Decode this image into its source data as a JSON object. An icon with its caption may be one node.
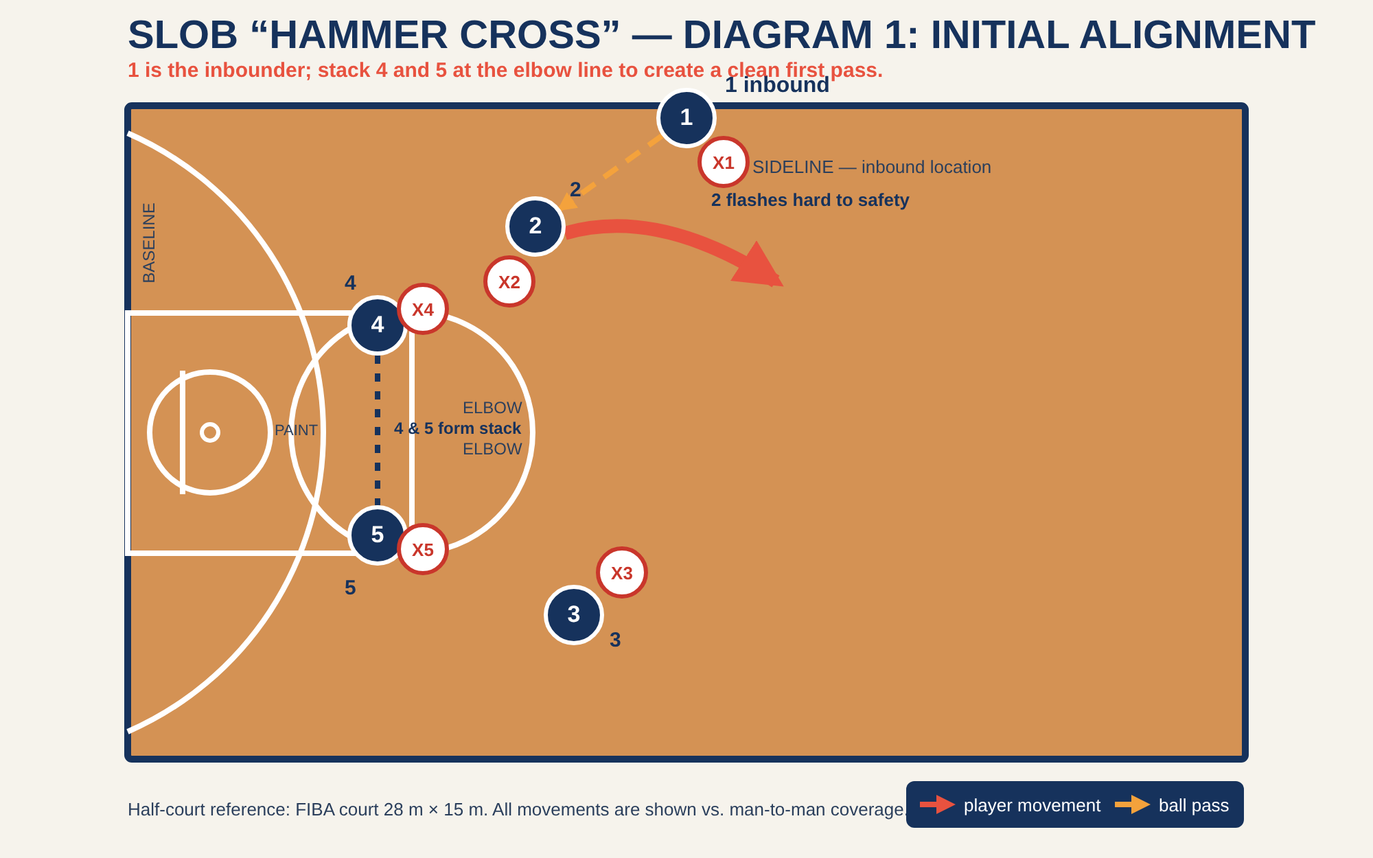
{
  "diagram": {
    "title": "SLOB “HAMMER CROSS” — DIAGRAM 1: INITIAL ALIGNMENT",
    "caption": "Half-court reference: FIBA court 28 m × 15 m. All movements are shown vs. man-to-man coverage.",
    "nodes": [
      {
        "text": [
          "1"
        ],
        "beside": [
          "1 inbound"
        ]
      },
      {
        "text": [
          "X1"
        ]
      },
      {
        "text": [
          "2"
        ],
        "beside": [
          "2"
        ]
      },
      {
        "text": [
          "X2"
        ]
      },
      {
        "text": [
          "4"
        ],
        "beside": [
          "4"
        ]
      },
      {
        "text": [
          "X4"
        ]
      },
      {
        "text": [
          "5"
        ],
        "beside": [
          "5"
        ]
      },
      {
        "text": [
          "X5"
        ]
      },
      {
        "text": [
          "3"
        ],
        "beside": [
          "3"
        ]
      },
      {
        "text": [
          "X3"
        ]
      }
    ],
    "edges": [
      {
        "from": 0,
        "to": 2,
        "arrow": "to",
        "style": "dashed",
        "color": "#f4a23c"
      },
      {
        "from": 2,
        "to": null,
        "arrow": "to",
        "style": "thick",
        "color": "#e8523f"
      },
      {
        "from": 4,
        "to": 6,
        "arrow": "none",
        "style": "dashed",
        "color": "#16325c"
      }
    ],
    "labels": [
      "1 is the inbounder; stack 4 and 5 at the elbow line to create a clean first pass.",
      "SIDELINE — inbound location",
      "2 flashes hard to safety",
      "BASELINE",
      "PAINT",
      "ELBOW",
      "4 & 5 form stack",
      "ELBOW"
    ],
    "legend": [
      {
        "text": "player movement"
      },
      {
        "text": "ball pass"
      }
    ]
  }
}
